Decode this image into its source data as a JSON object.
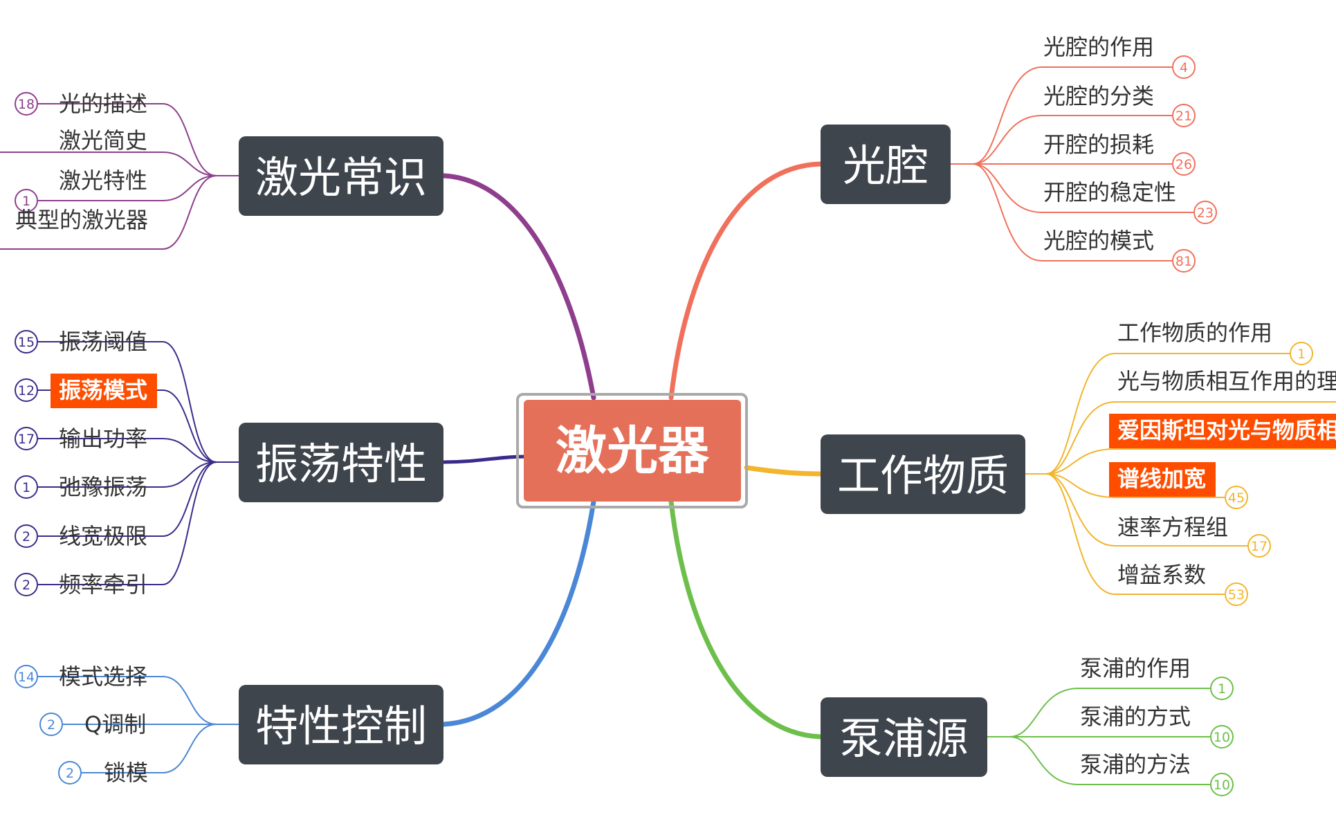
{
  "center": {
    "label": "激光器",
    "color": "#e5705a"
  },
  "highlight_color": "#ff4d00",
  "branches": [
    {
      "id": "knowledge",
      "label": "激光常识",
      "color": "#8e3e8c",
      "icon": "none",
      "items": [
        {
          "label": "光的描述",
          "count": "18"
        },
        {
          "label": "激光简史",
          "count": ""
        },
        {
          "label": "激光特性",
          "count": "1"
        },
        {
          "label": "典型的激光器",
          "count": ""
        }
      ]
    },
    {
      "id": "oscillation",
      "label": "振荡特性",
      "color": "#3c2a8a",
      "icon": "none",
      "items": [
        {
          "label": "振荡阈值",
          "count": "15"
        },
        {
          "label": "振荡模式",
          "count": "12",
          "highlight": true
        },
        {
          "label": "输出功率",
          "count": "17"
        },
        {
          "label": "弛豫振荡",
          "count": "1"
        },
        {
          "label": "线宽极限",
          "count": "2"
        },
        {
          "label": "频率牵引",
          "count": "2"
        }
      ]
    },
    {
      "id": "control",
      "label": "特性控制",
      "color": "#4a87d6",
      "icon": "none",
      "items": [
        {
          "label": "模式选择",
          "count": "14"
        },
        {
          "label": "Q调制",
          "count": "2"
        },
        {
          "label": "锁模",
          "count": "2"
        }
      ]
    },
    {
      "id": "cavity",
      "label": "光腔",
      "color": "#f0705c",
      "icon": "none",
      "items": [
        {
          "label": "光腔的作用",
          "count": "4"
        },
        {
          "label": "光腔的分类",
          "count": "21"
        },
        {
          "label": "开腔的损耗",
          "count": "26"
        },
        {
          "label": "开腔的稳定性",
          "count": "23"
        },
        {
          "label": "光腔的模式",
          "count": "81"
        }
      ]
    },
    {
      "id": "medium",
      "label": "工作物质",
      "color": "#f2b52b",
      "icon": "none",
      "items": [
        {
          "label": "工作物质的作用",
          "count": "1"
        },
        {
          "label": "光与物质相互作用的理",
          "count": ""
        },
        {
          "label": "爱因斯坦对光与物质相",
          "count": "",
          "highlight": true
        },
        {
          "label": "谱线加宽",
          "count": "45",
          "highlight": true
        },
        {
          "label": "速率方程组",
          "count": "17"
        },
        {
          "label": "增益系数",
          "count": "53"
        }
      ]
    },
    {
      "id": "pump",
      "label": "泵浦源",
      "color": "#6cbf4a",
      "icon": "none",
      "items": [
        {
          "label": "泵浦的作用",
          "count": "1"
        },
        {
          "label": "泵浦的方式",
          "count": "10"
        },
        {
          "label": "泵浦的方法",
          "count": "10"
        }
      ]
    }
  ]
}
